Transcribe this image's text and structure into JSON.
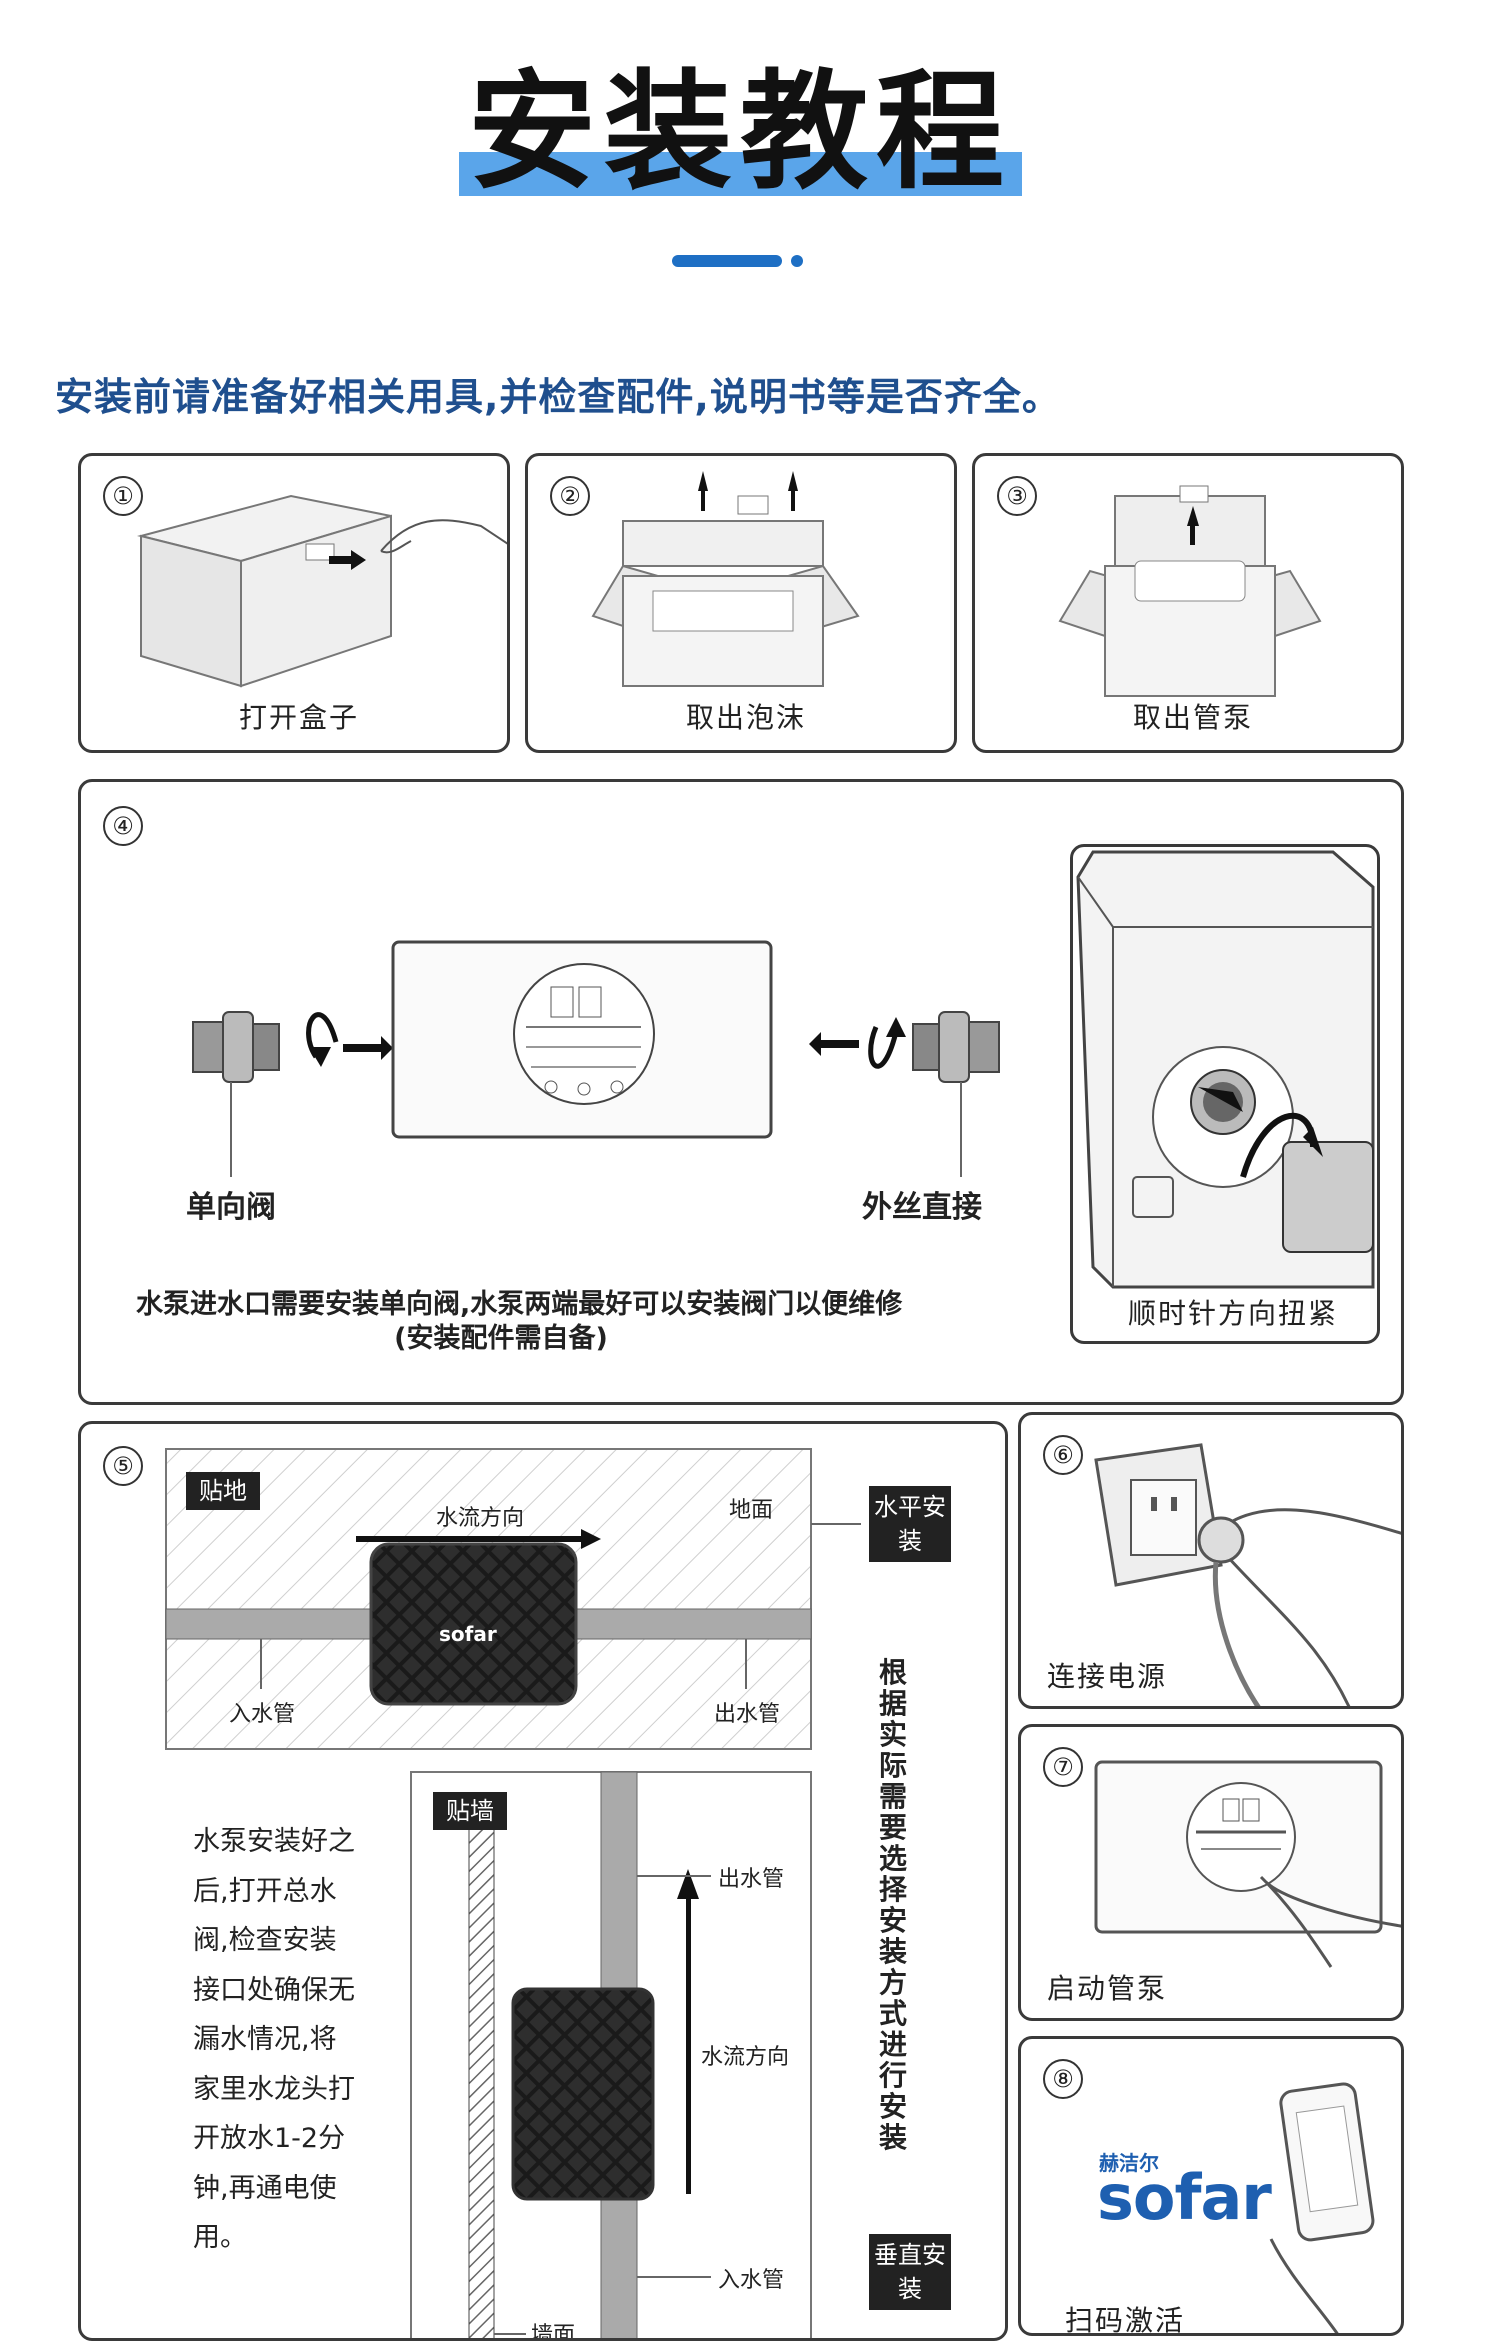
{
  "header": {
    "title": "安装教程",
    "accent_color": "#5aa5ea",
    "dot_color": "#1e6fc4"
  },
  "intro": "安装前请准备好相关用具,并检查配件,说明书等是否齐全。",
  "steps": {
    "s1": {
      "num": "①",
      "caption": "打开盒子"
    },
    "s2": {
      "num": "②",
      "caption": "取出泡沫"
    },
    "s3": {
      "num": "③",
      "caption": "取出管泵"
    },
    "s4": {
      "num": "④",
      "label_left": "单向阀",
      "label_right": "外丝直接",
      "note_line1": "水泵进水口需要安装单向阀,水泵两端最好可以安装阀门以便维修",
      "note_line2": "(安装配件需自备)",
      "inset_caption": "顺时针方向扭紧"
    },
    "s5": {
      "num": "⑤",
      "floor_tag": "贴地",
      "flow_dir": "水流方向",
      "ground": "地面",
      "inlet": "入水管",
      "outlet": "出水管",
      "horizontal_tag": "水平安装",
      "wall_tag": "贴墙",
      "v_outlet": "出水管",
      "v_flow_dir": "水流方向",
      "v_inlet": "入水管",
      "wall": "墙面",
      "vertical_tag": "垂直安装",
      "side_note": "根据实际需要选择安装方式进行安装",
      "instruction_lines": [
        "水泵安装好之",
        "后,打开总水",
        "阀,检查安装",
        "接口处确保无",
        "漏水情况,将",
        "家里水龙头打",
        "开放水1-2分",
        "钟,再通电使",
        "用。"
      ],
      "brand_on_pump": "sofar"
    },
    "s6": {
      "num": "⑥",
      "caption": "连接电源"
    },
    "s7": {
      "num": "⑦",
      "caption": "启动管泵"
    },
    "s8": {
      "num": "⑧",
      "brand_cn": "赫洁尔",
      "brand_en": "sofar",
      "caption": "扫码激活"
    }
  }
}
